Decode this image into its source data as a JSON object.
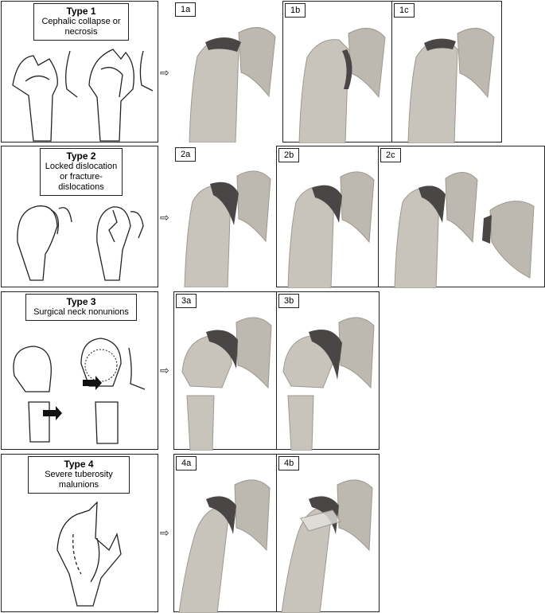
{
  "rows": [
    {
      "type_label": "Type 1",
      "desc": "Cephalic collapse or necrosis",
      "panels": [
        "1a",
        "1b",
        "1c"
      ]
    },
    {
      "type_label": "Type 2",
      "desc": "Locked dislocation or fracture-dislocations",
      "panels": [
        "2a",
        "2b",
        "2c"
      ]
    },
    {
      "type_label": "Type 3",
      "desc": "Surgical neck nonunions",
      "panels": [
        "3a",
        "3b"
      ]
    },
    {
      "type_label": "Type 4",
      "desc": "Severe tuberosity malunions",
      "panels": [
        "4a",
        "4b"
      ]
    }
  ],
  "arrow_glyph": "⇨",
  "colors": {
    "bone": "#c8c3bb",
    "bone_shade": "#9e9890",
    "cartilage": "#4a4646",
    "line": "#222222"
  }
}
